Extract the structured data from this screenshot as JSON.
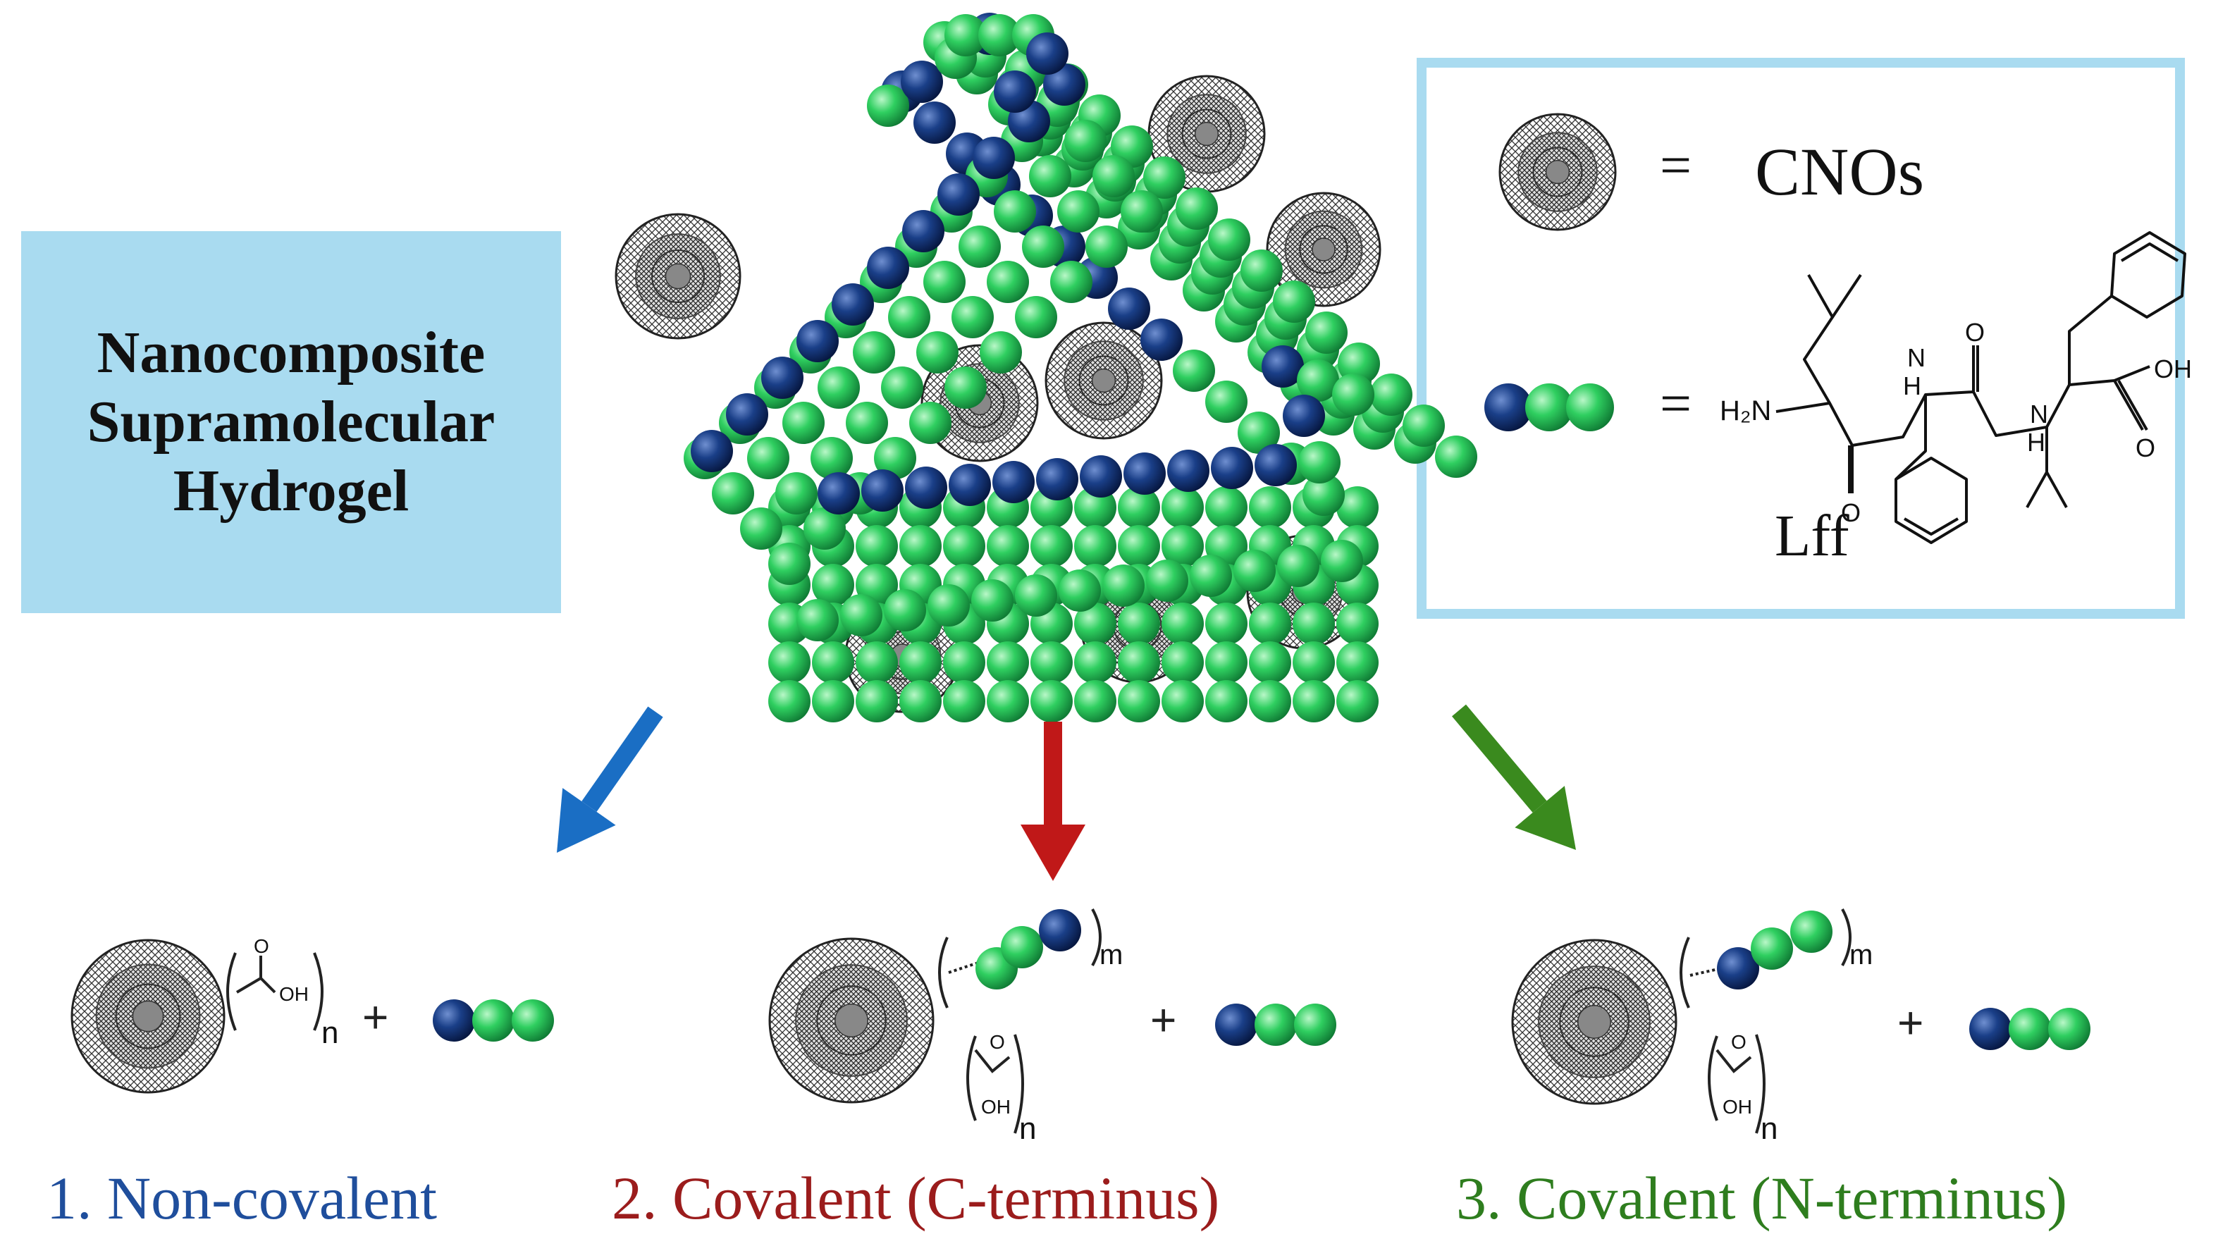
{
  "title_box": {
    "lines": [
      "Nanocomposite",
      "Supramolecular",
      "Hydrogel"
    ]
  },
  "legend": {
    "equals": "=",
    "cnos_label": "CNOs",
    "peptide_label": "Lff",
    "chem": {
      "h2n": "H₂N",
      "nh": "H",
      "n": "N",
      "o": "O",
      "oh": "OH"
    }
  },
  "methods": [
    {
      "label": "1. Non-covalent",
      "color": "#1f4e9c"
    },
    {
      "label": "2. Covalent (C-terminus)",
      "color": "#9b1c1c"
    },
    {
      "label": "3. Covalent (N-terminus)",
      "color": "#2e7d1e"
    }
  ],
  "subscripts": {
    "n": "n",
    "m": "m",
    "oh": "OH",
    "o": "O"
  },
  "plus": "+",
  "colors": {
    "navy": "#123a7a",
    "green": "#2fbf55",
    "blue_arrow": "#1a6ec4",
    "red_arrow": "#c01818",
    "green_arrow": "#3a8a1e",
    "box_fill": "#a9dbf0"
  }
}
